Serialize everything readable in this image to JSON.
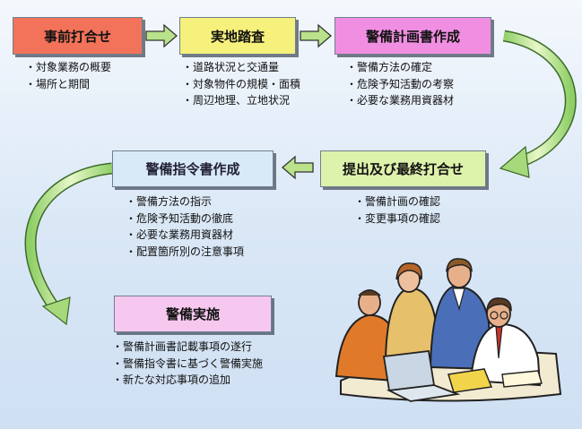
{
  "steps": [
    {
      "title": "事前打合せ",
      "items": [
        "対象業務の概要",
        "場所と期間"
      ]
    },
    {
      "title": "実地踏査",
      "items": [
        "道路状況と交通量",
        "対象物件の規模・面積",
        "周辺地理、立地状況"
      ]
    },
    {
      "title": "警備計画書作成",
      "items": [
        "警備方法の確定",
        "危険予知活動の考察",
        "必要な業務用資器材"
      ]
    },
    {
      "title": "提出及び最終打合せ",
      "items": [
        "警備計画の確認",
        "変更事項の確認"
      ]
    },
    {
      "title": "警備指令書作成",
      "items": [
        "警備方法の指示",
        "危険予知活動の徹底",
        "必要な業務用資器材",
        "配置箇所別の注意事項"
      ]
    },
    {
      "title": "警備実施",
      "items": [
        "警備計画書記載事項の遂行",
        "警備指令書に基づく警備実施",
        "新たな対応事項の追加"
      ]
    }
  ],
  "illustration": "business-meeting-clipart",
  "colors": {
    "step1": "#f2735a",
    "step2": "#f6f07c",
    "step3": "#f08fe2",
    "step4": "#ddf2ab",
    "step5": "#d8e9f8",
    "step6": "#f6c8ef",
    "arrow": "#b9e28a"
  }
}
